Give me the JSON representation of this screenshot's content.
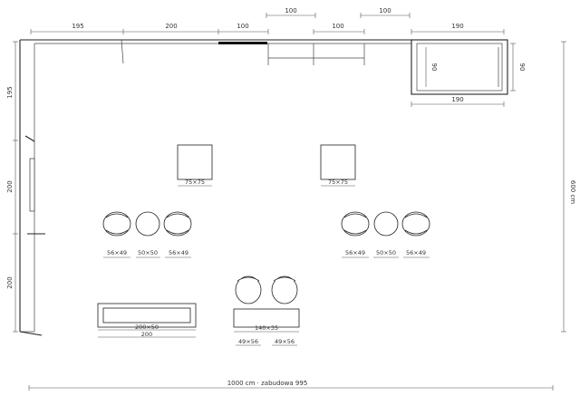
{
  "dimensions": {
    "top_195": "195",
    "top_200": "200",
    "top_100_a": "100",
    "top_100_b": "100",
    "upper_100_a": "100",
    "upper_100_b": "100",
    "top_190": "190",
    "box_190": "190",
    "box_90_left": "90",
    "box_90_right": "90",
    "left_195": "195",
    "left_200_a": "200",
    "left_200_b": "200",
    "right_600": "600 cm",
    "bottom_total": "1000 cm · zabudowa 995"
  },
  "furniture": {
    "table_left": "75×75",
    "table_right": "75×75",
    "chair_left_1": "56×49",
    "chair_left_2": "50×50",
    "chair_left_3": "56×49",
    "chair_right_1": "56×49",
    "chair_right_2": "50×50",
    "chair_right_3": "56×49",
    "counter_label": "200×50",
    "counter_width": "200",
    "bench_label": "140×35",
    "armchair_1": "49×56",
    "armchair_2": "49×56"
  }
}
